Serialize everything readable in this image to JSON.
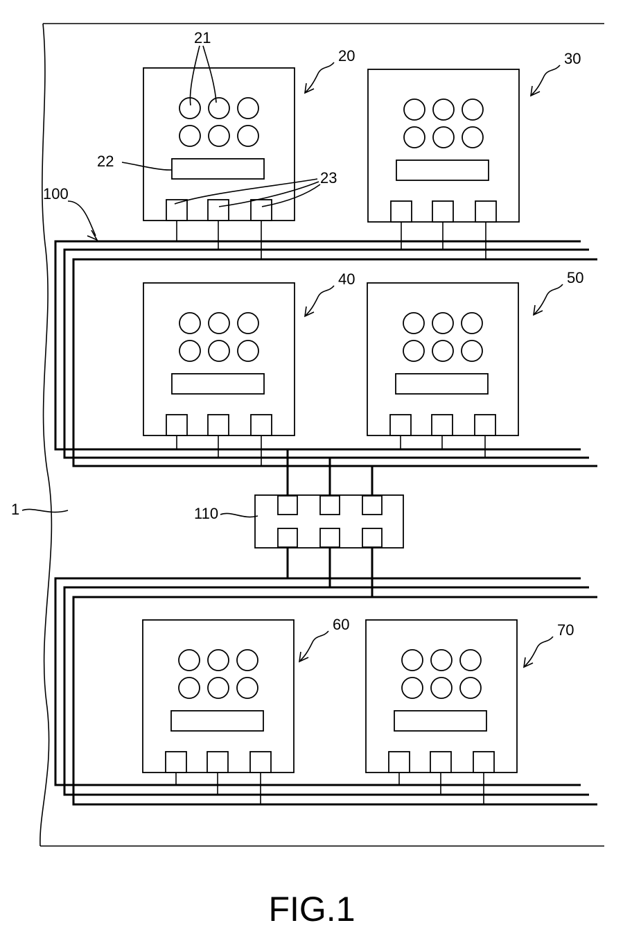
{
  "figure": {
    "caption": "FIG.1",
    "region_label": "1",
    "bus_label": "100",
    "relay_label": "110",
    "component_labels": {
      "buttons": "21",
      "display": "22",
      "ports": "23"
    },
    "units": [
      {
        "id": "unit-20",
        "label": "20"
      },
      {
        "id": "unit-30",
        "label": "30"
      },
      {
        "id": "unit-40",
        "label": "40"
      },
      {
        "id": "unit-50",
        "label": "50"
      },
      {
        "id": "unit-60",
        "label": "60"
      },
      {
        "id": "unit-70",
        "label": "70"
      }
    ]
  }
}
